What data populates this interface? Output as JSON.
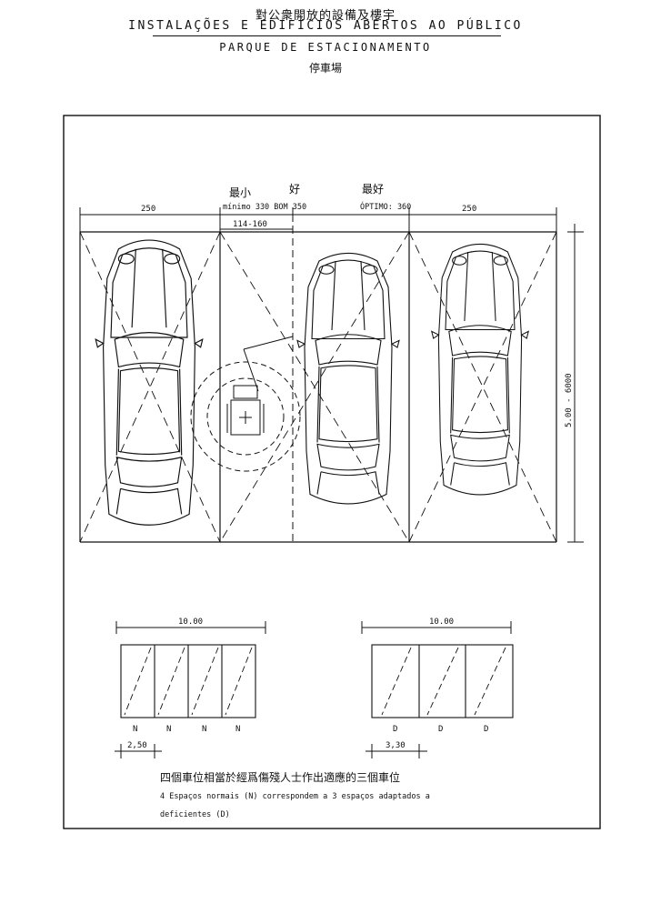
{
  "header": {
    "title_cn": "對公衆開放的設備及樓宇",
    "title_pt": "INSTALAÇÕES E EDIFÍCIOS ABERTOS AO PÚBLICO",
    "subtitle_pt": "PARQUE DE ESTACIONAMENTO",
    "subtitle_cn": "停車場"
  },
  "main_plan": {
    "label_min_cn": "最小",
    "label_good_cn": "好",
    "label_best_cn": "最好",
    "label_min_pt": "mínimo 330 BOM 350",
    "label_best_pt": "ÓPTIMO: 360",
    "dim_left": "250",
    "dim_right": "250",
    "dim_wheel": "114-160",
    "dim_length": "5.00 - 6000"
  },
  "normal_layout": {
    "total_dim": "10.00",
    "space_labels": [
      "N",
      "N",
      "N",
      "N"
    ],
    "space_dim": "2,50"
  },
  "adapted_layout": {
    "total_dim": "10.00",
    "space_labels": [
      "D",
      "D",
      "D"
    ],
    "space_dim": "3,30"
  },
  "caption": {
    "cn": "四個車位相當於經爲傷殘人士作出適應的三個車位",
    "pt_line1": "4 Espaços normais (N) correspondem a 3 espaços adaptados a",
    "pt_line2": "deficientes (D)"
  }
}
